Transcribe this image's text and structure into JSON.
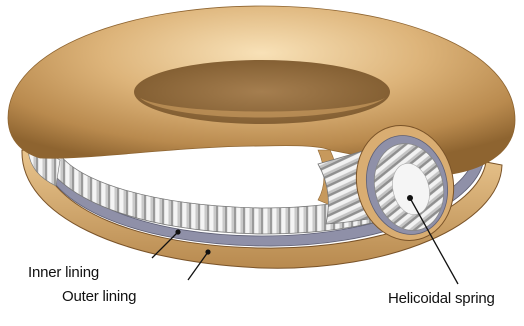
{
  "labels": {
    "inner_lining": "Inner lining",
    "outer_lining": "Outer lining",
    "helicoidal_spring": "Helicoidal spring"
  },
  "colors": {
    "outer_lining": "#d4a868",
    "inner_lining": "#8e8fa6",
    "spring": "#e6e6e6",
    "leader_line": "#111111"
  }
}
